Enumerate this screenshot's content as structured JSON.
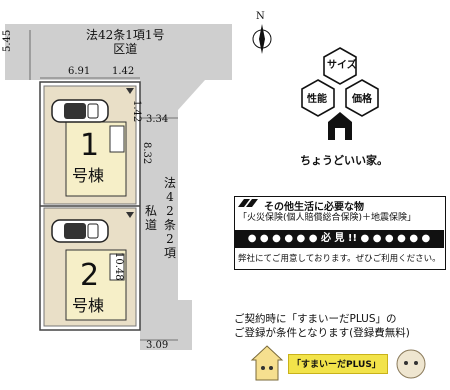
{
  "roads": {
    "north_road": {
      "line1": "法42条1項1号",
      "line2": "区道"
    },
    "private_road": {
      "chars": [
        "法",
        "42",
        "条",
        "2",
        "項"
      ],
      "chars2": [
        "私",
        "道"
      ]
    }
  },
  "dimensions": {
    "d545": "5.45",
    "d691": "6.91",
    "d142a": "1.42",
    "d142b": "1.42",
    "d334": "3.34",
    "d832": "8.32",
    "d1048": "10.48",
    "d309": "3.09"
  },
  "lots": [
    {
      "number": "1",
      "name": "号棟"
    },
    {
      "number": "2",
      "name": "号棟"
    }
  ],
  "compass": {
    "label": "N"
  },
  "brand": {
    "hex_top": "サイズ",
    "hex_left": "性能",
    "hex_right": "価格",
    "tagline": "ちょうどいい家。"
  },
  "insurance": {
    "line1": "その他生活に必要な物",
    "line2": "「火災保険(個人賠償総合保険)＋地震保険」",
    "line3": "● ● ● ● ● ●  必 見 !!  ● ● ● ● ● ●",
    "line4": "弊社にてご用意しております。ぜひご利用ください。"
  },
  "notice": {
    "line1": "ご契約時に「すまいーだPLUS」の",
    "line2": "ご登録が条件となります(登録費無料)"
  },
  "bottom_badge": {
    "label": "「すまいーだPLUS」"
  },
  "colors": {
    "road": "#cfcfcf",
    "lot": "#e9dfc7",
    "accent": "#f2e34a",
    "dark": "#111111"
  }
}
